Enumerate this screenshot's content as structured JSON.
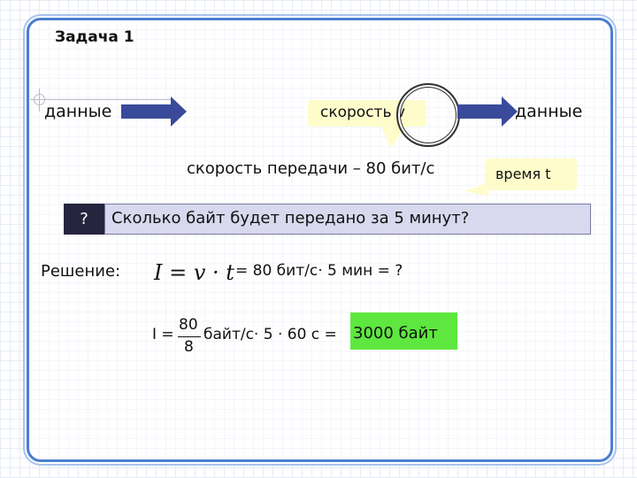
{
  "title": "Задача 1",
  "diagram": {
    "input_label": "данные",
    "speed_label": "скорость v",
    "output_label": "данные",
    "rate_text": "скорость передачи – 80 бит/с",
    "time_label": "время t"
  },
  "question": {
    "mark": "?",
    "text": "Сколько байт будет передано за 5 минут?"
  },
  "solution": {
    "label": "Решение:",
    "formula": "I = v · t",
    "formula_rest": "= 80 бит/с· 5 мин = ?",
    "calc_prefix": "I =",
    "fraction_num": "80",
    "fraction_den": "8",
    "calc_mid": "байт/с· 5 · 60 с =",
    "answer": "3000 байт"
  },
  "colors": {
    "frame": "#4a7fd0",
    "arrow": "#3a4a9a",
    "question_bar": "#d8d8ee",
    "answer_highlight": "#5ee83f",
    "callout": "#fffccc"
  }
}
